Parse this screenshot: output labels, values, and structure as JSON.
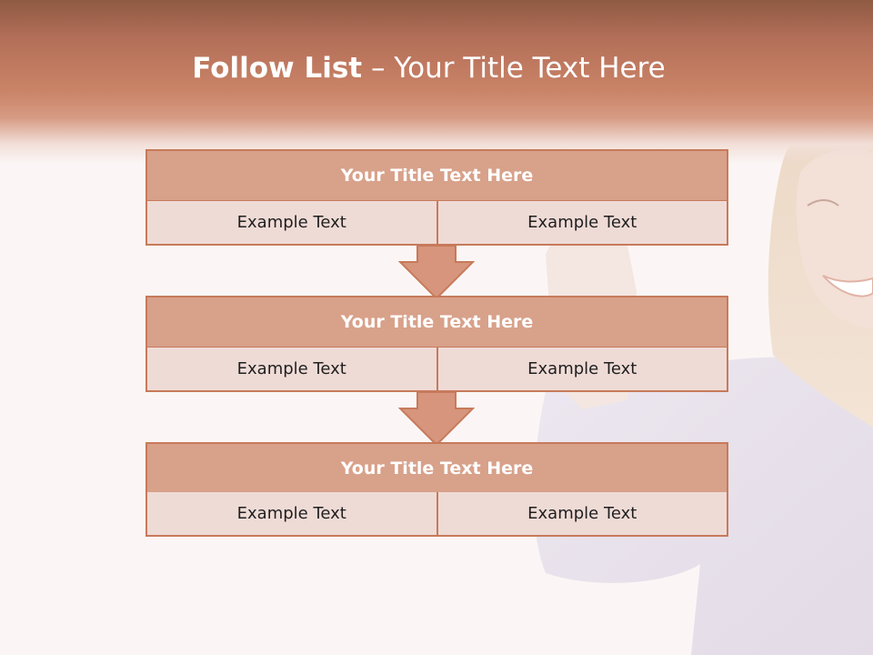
{
  "slide": {
    "title_bold": "Follow List",
    "title_rest": " – Your Title Text Here",
    "blocks": [
      {
        "title": "Your Title Text Here",
        "cells": [
          "Example Text",
          "Example Text"
        ]
      },
      {
        "title": "Your Title Text Here",
        "cells": [
          "Example Text",
          "Example Text"
        ]
      },
      {
        "title": "Your Title Text Here",
        "cells": [
          "Example Text",
          "Example Text"
        ]
      }
    ]
  },
  "colors": {
    "header": "#c98366",
    "block_title_fill": "#d8a18a",
    "block_border": "#c77a5b",
    "cell_fill": "#efdbd6",
    "arrow_fill": "#d6957c"
  }
}
